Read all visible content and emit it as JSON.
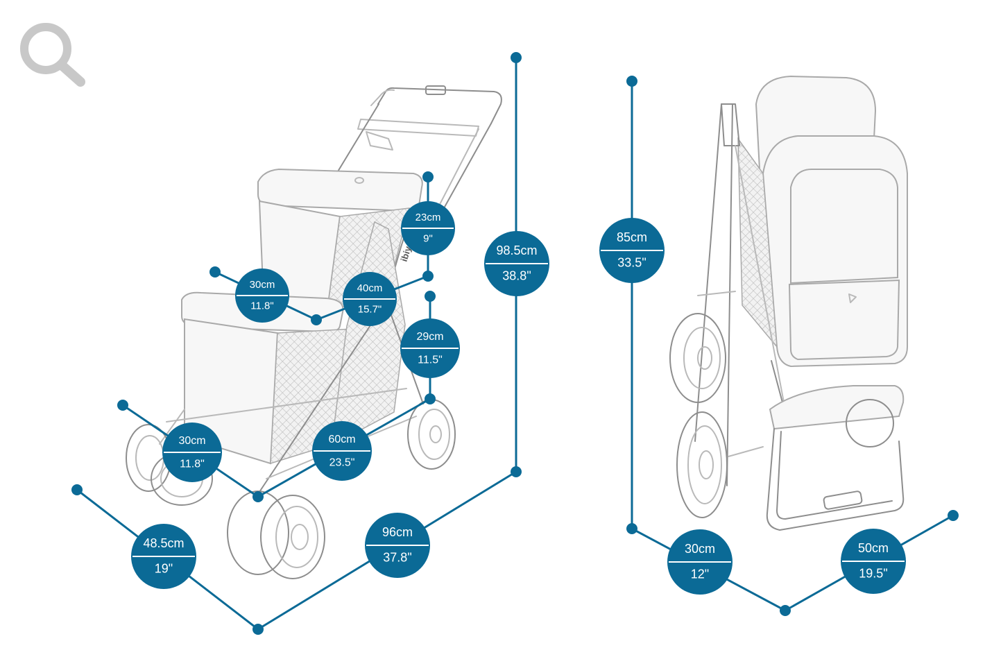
{
  "colors": {
    "accent": "#0b6a96",
    "badge_text": "#ffffff",
    "sketch": "#b9b9b9",
    "search_icon": "#c8c8c8"
  },
  "toolbar": {
    "zoom_icon": "search-icon"
  },
  "product": {
    "brand_label": "ibiyaya"
  },
  "dimensions": [
    {
      "id": "top-basket-height",
      "metric": "23cm",
      "imperial": "9\""
    },
    {
      "id": "top-basket-width",
      "metric": "30cm",
      "imperial": "11.8\""
    },
    {
      "id": "top-basket-length",
      "metric": "40cm",
      "imperial": "15.7\""
    },
    {
      "id": "bottom-basket-height",
      "metric": "29cm",
      "imperial": "11.5\""
    },
    {
      "id": "bottom-basket-width",
      "metric": "30cm",
      "imperial": "11.8\""
    },
    {
      "id": "bottom-basket-length",
      "metric": "60cm",
      "imperial": "23.5\""
    },
    {
      "id": "overall-height",
      "metric": "98.5cm",
      "imperial": "38.8\""
    },
    {
      "id": "overall-width",
      "metric": "48.5cm",
      "imperial": "19\""
    },
    {
      "id": "overall-length",
      "metric": "96cm",
      "imperial": "37.8\""
    },
    {
      "id": "folded-height",
      "metric": "85cm",
      "imperial": "33.5\""
    },
    {
      "id": "folded-width",
      "metric": "30cm",
      "imperial": "12\""
    },
    {
      "id": "folded-length",
      "metric": "50cm",
      "imperial": "19.5\""
    }
  ]
}
